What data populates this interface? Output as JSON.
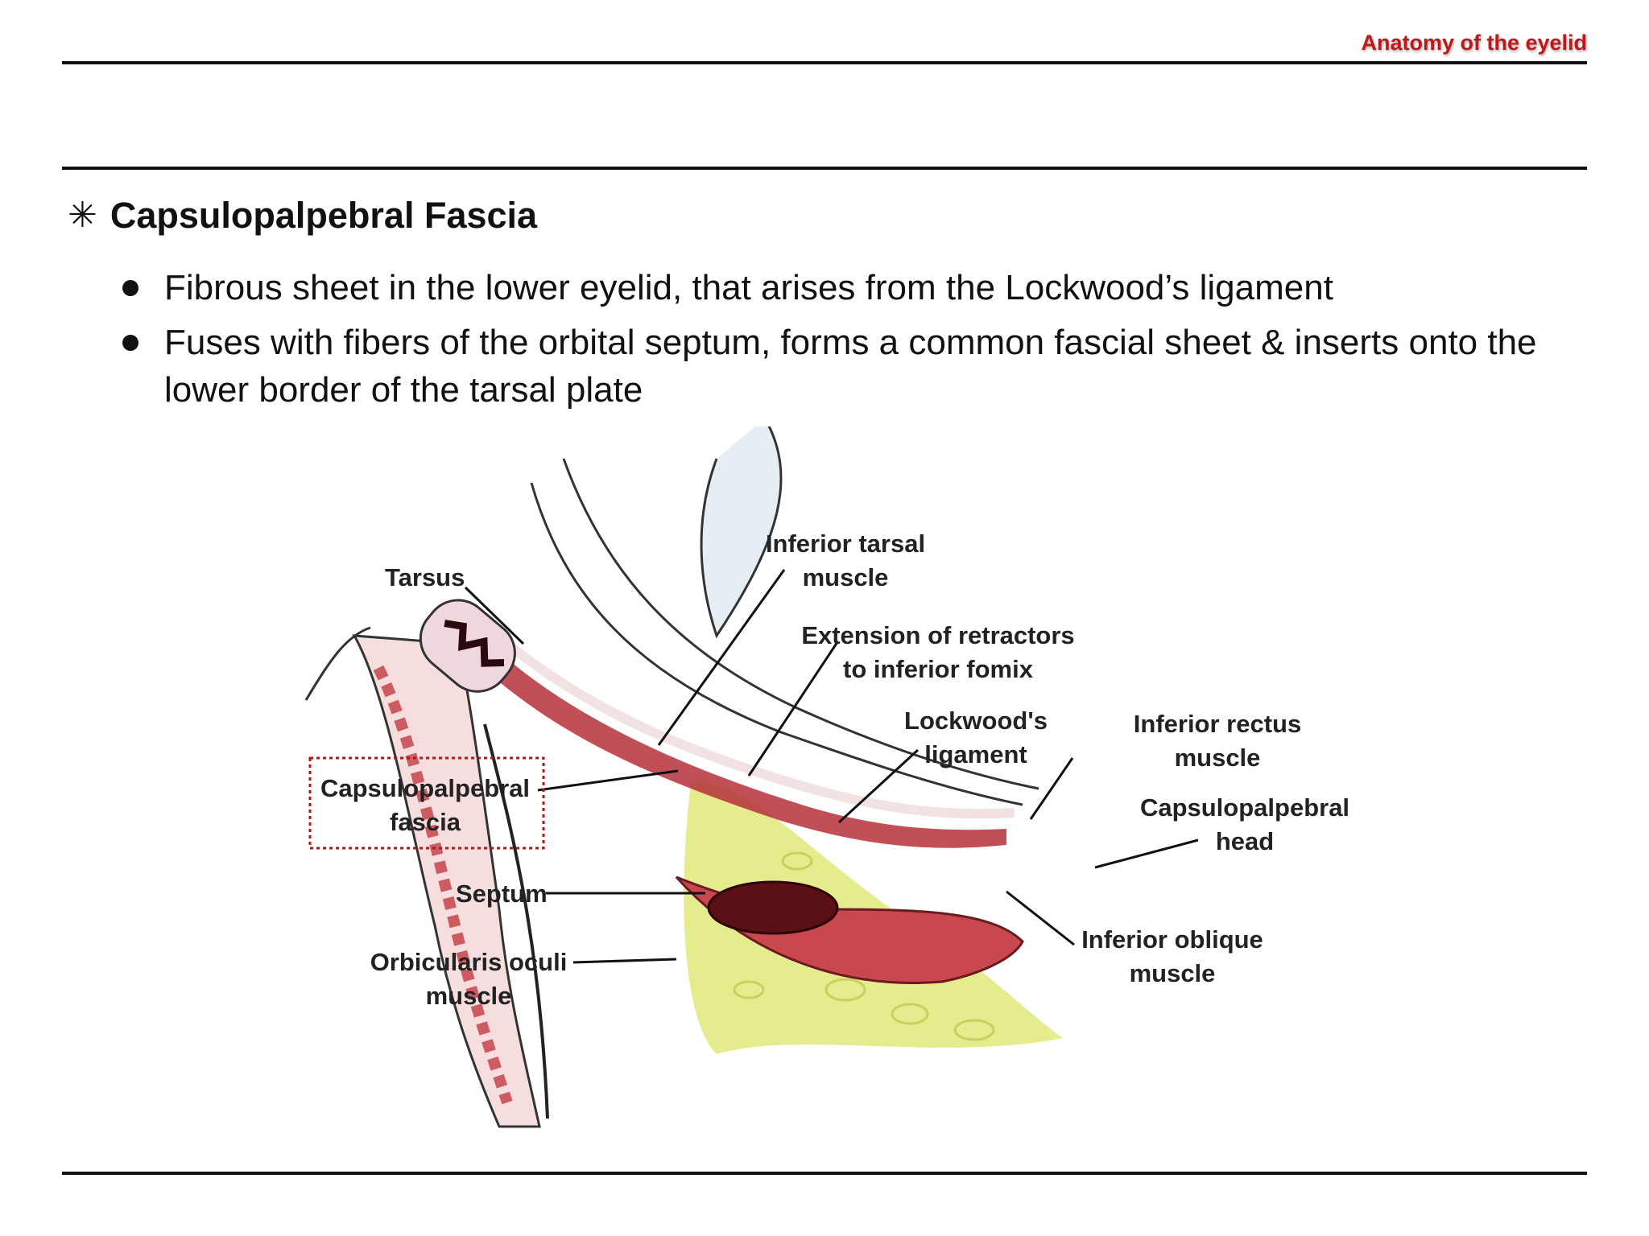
{
  "header": {
    "title": "Anatomy of the eyelid",
    "title_color": "#c0181a"
  },
  "section": {
    "icon": "star-icon",
    "title": "Capsulopalpebral Fascia"
  },
  "bullets": [
    {
      "text": "Fibrous sheet in the lower eyelid, that arises from the Lockwood’s ligament"
    },
    {
      "text": "Fuses with fibers of the orbital septum, forms a common fascial sheet & inserts onto the lower border of the tarsal plate"
    }
  ],
  "diagram": {
    "labels": {
      "tarsus": "Tarsus",
      "inferior_tarsal_muscle": [
        "Inferior tarsal",
        "muscle"
      ],
      "extension_retractors": [
        "Extension of retractors",
        "to inferior fomix"
      ],
      "lockwoods_ligament": [
        "Lockwood's",
        "ligament"
      ],
      "inferior_rectus": [
        "Inferior rectus",
        "muscle"
      ],
      "capsulopalpebral_head": [
        "Capsulopalpebral",
        "head"
      ],
      "inferior_oblique": [
        "Inferior oblique",
        "muscle"
      ],
      "capsulopalpebral_fascia": [
        "Capsulopalpebral",
        "fascia"
      ],
      "septum": "Septum",
      "orbicularis_oculi": [
        "Orbicularis oculi",
        "muscle"
      ]
    },
    "highlight_color": "#b01818",
    "muscle_color": "#b5303a",
    "fat_color": "#dfe97a"
  }
}
